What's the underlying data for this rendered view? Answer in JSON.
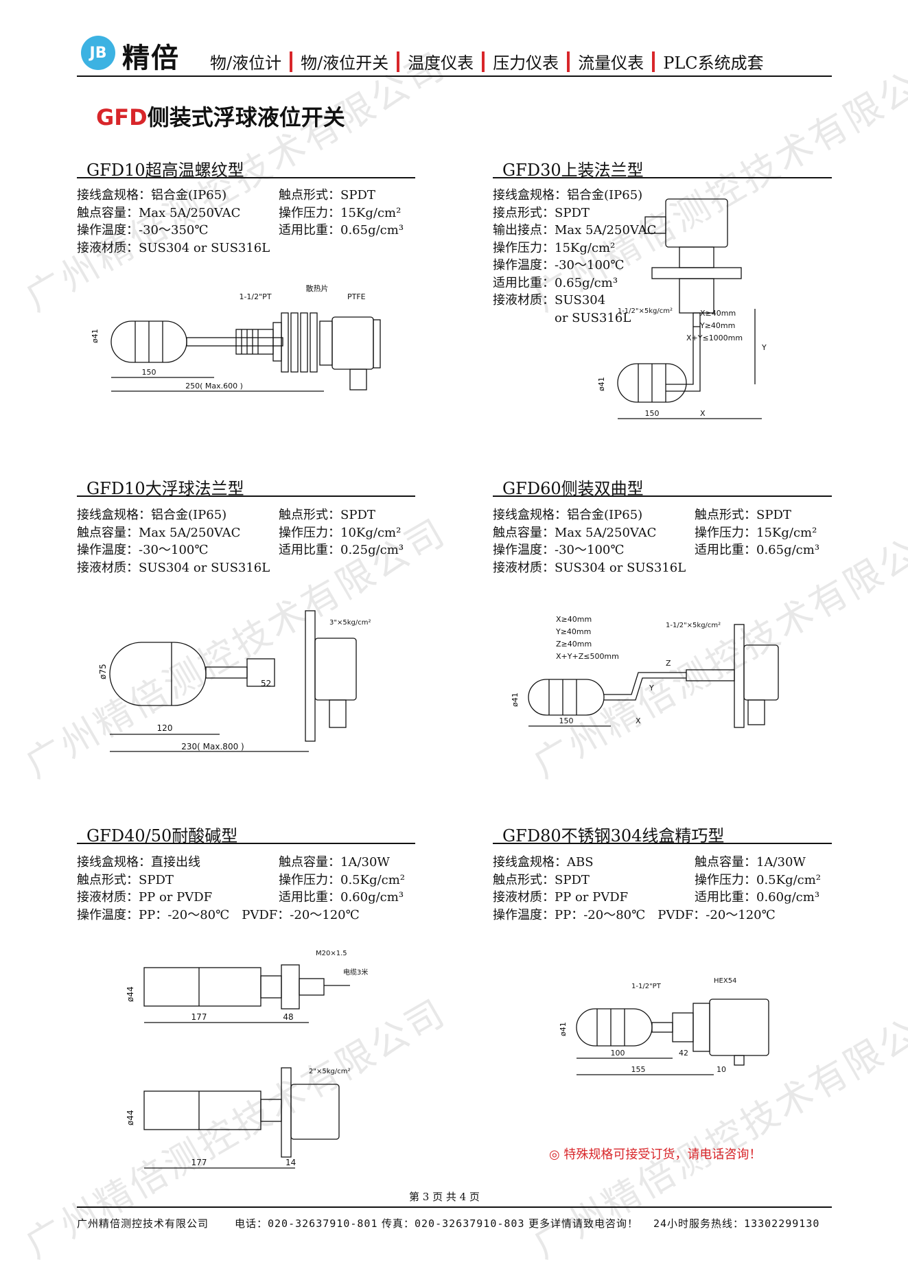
{
  "header": {
    "logo_mark": "JB",
    "logo_text": "精倍",
    "nav": [
      "物/液位计",
      "物/液位开关",
      "温度仪表",
      "压力仪表",
      "流量仪表",
      "PLC系统成套"
    ]
  },
  "title": {
    "prefix": "GFD",
    "text": "侧装式浮球液位开关"
  },
  "watermark": "广州精倍测控技术有限公司",
  "sections": [
    {
      "title": "GFD10超高温螺纹型",
      "specs": [
        [
          "接线盒规格：铝合金(IP65)",
          "触点形式：SPDT"
        ],
        [
          "触点容量：Max 5A/250VAC",
          "操作压力：15Kg/cm²"
        ],
        [
          "操作温度：-30～350℃",
          "适用比重：0.65g/cm³"
        ],
        [
          "接液材质：SUS304 or SUS316L",
          ""
        ]
      ],
      "drawing": {
        "d": "ø41",
        "thread": "1-1/2\"PT",
        "fins": "散热片",
        "ptfe": "PTFE",
        "len1": "150",
        "len2": "250( Max.600 )"
      }
    },
    {
      "title": "GFD30上装法兰型",
      "specs": [
        [
          "接线盒规格：铝合金(IP65)",
          ""
        ],
        [
          "接点形式：SPDT",
          ""
        ],
        [
          "输出接点：Max 5A/250VAC",
          ""
        ],
        [
          "操作压力：15Kg/cm²",
          ""
        ],
        [
          "操作温度：-30～100℃",
          ""
        ],
        [
          "适用比重：0.65g/cm³",
          ""
        ],
        [
          "接液材质：SUS304",
          ""
        ],
        [
          "　　　　　or SUS316L",
          ""
        ]
      ],
      "drawing": {
        "d": "ø41",
        "thread": "1-1/2\"×5kg/cm²",
        "c1": "X≥40mm",
        "c2": "Y≥40mm",
        "c3": "X+Y≤1000mm",
        "y": "Y",
        "x": "X",
        "len1": "150"
      }
    },
    {
      "title": "GFD10大浮球法兰型",
      "specs": [
        [
          "接线盒规格：铝合金(IP65)",
          "触点形式：SPDT"
        ],
        [
          "触点容量：Max 5A/250VAC",
          "操作压力：10Kg/cm²"
        ],
        [
          "操作温度：-30～100℃",
          "适用比重：0.25g/cm³"
        ],
        [
          "接液材质：SUS304 or SUS316L",
          ""
        ]
      ],
      "drawing": {
        "d": "ø75",
        "flange": "3\"×5kg/cm²",
        "len1": "120",
        "len2": "230( Max.800 )",
        "len3": "52"
      }
    },
    {
      "title": "GFD60侧装双曲型",
      "specs": [
        [
          "接线盒规格：铝合金(IP65)",
          "触点形式：SPDT"
        ],
        [
          "触点容量：Max 5A/250VAC",
          "操作压力：15Kg/cm²"
        ],
        [
          "操作温度：-30～100℃",
          "适用比重：0.65g/cm³"
        ],
        [
          "接液材质：SUS304 or SUS316L",
          ""
        ]
      ],
      "drawing": {
        "d": "ø41",
        "thread": "1-1/2\"×5kg/cm²",
        "c1": "X≥40mm",
        "c2": "Y≥40mm",
        "c3": "Z≥40mm",
        "c4": "X+Y+Z≤500mm",
        "z": "Z",
        "y": "Y",
        "x": "X",
        "len1": "150"
      }
    },
    {
      "title": "GFD40/50耐酸碱型",
      "specs": [
        [
          "接线盒规格：直接出线",
          "触点容量：1A/30W"
        ],
        [
          "触点形式：SPDT",
          "操作压力：0.5Kg/cm²"
        ],
        [
          "接液材质：PP or PVDF",
          "适用比重：0.60g/cm³"
        ],
        [
          "操作温度：PP：-20～80℃　PVDF：-20～120℃",
          ""
        ]
      ],
      "drawing": {
        "d1": "ø44",
        "m20": "M20×1.5",
        "cable": "电缆3米",
        "len1": "177",
        "len2": "48",
        "d2": "ø44",
        "flange": "2\"×5kg/cm²",
        "len3": "177",
        "len4": "14"
      }
    },
    {
      "title": "GFD80不锈钢304线盒精巧型",
      "specs": [
        [
          "接线盒规格：ABS",
          "触点容量：1A/30W"
        ],
        [
          "触点形式：SPDT",
          "操作压力：0.5Kg/cm²"
        ],
        [
          "接液材质：PP or PVDF",
          "适用比重：0.60g/cm³"
        ],
        [
          "操作温度：PP：-20～80℃　PVDF：-20～120℃",
          ""
        ]
      ],
      "drawing": {
        "d": "ø41",
        "thread": "1-1/2\"PT",
        "hex": "HEX54",
        "len1": "100",
        "len2": "42",
        "len3": "155",
        "len4": "10"
      }
    }
  ],
  "note": "◎ 特殊规格可接受订货，请电话咨询！",
  "page_number": "第 3 页 共 4 页",
  "footer": {
    "company": "广州精倍测控技术有限公司",
    "phone": "电话：020-32637910-801",
    "fax": "传真：020-32637910-803",
    "more": "更多详情请致电咨询！",
    "hotline": "24小时服务热线：13302299130"
  }
}
